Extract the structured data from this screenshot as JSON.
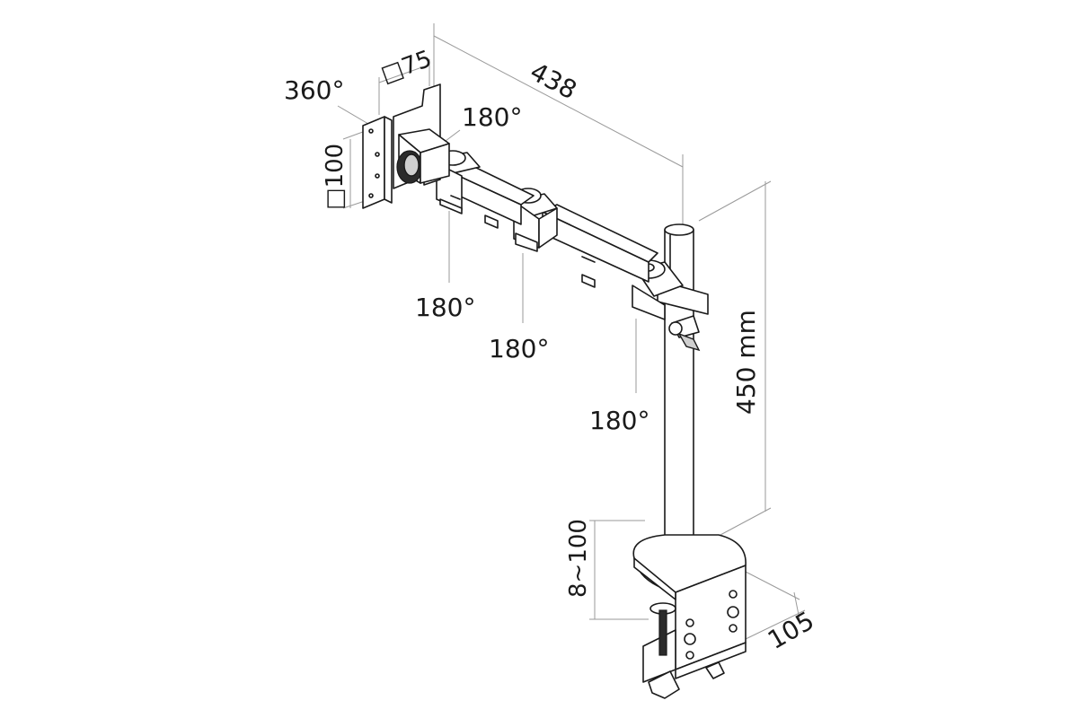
{
  "diagram": {
    "rotation_labels": {
      "tilt_360": "360°",
      "head_180": "180°",
      "joint_1_180": "180°",
      "joint_2_180": "180°",
      "pole_180": "180°"
    },
    "dimensions": {
      "vesa_75": "□75",
      "vesa_100": "□100",
      "arm_length": "438",
      "pole_height": "450 mm",
      "clamp_range": "8~100",
      "clamp_depth": "105"
    },
    "colors": {
      "line": "#1a1a1a",
      "dimension_line": "#9a9a9a",
      "background": "#ffffff"
    }
  }
}
